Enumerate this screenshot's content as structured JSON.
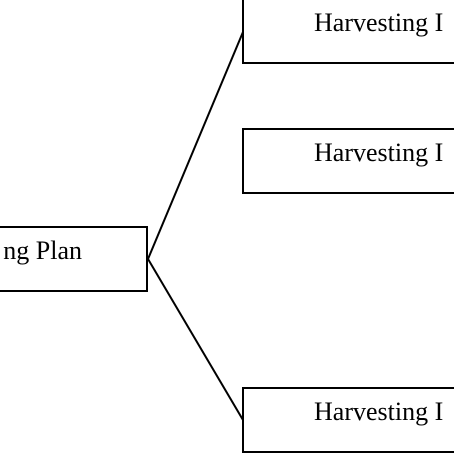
{
  "diagram": {
    "root": {
      "label": "ng Plan"
    },
    "children": [
      {
        "label": "Harvesting I"
      },
      {
        "label": "Harvesting I"
      },
      {
        "label": "Harvesting I"
      }
    ],
    "edges": [
      {
        "from": "root",
        "to": "child-1"
      },
      {
        "from": "root",
        "to": "child-3"
      }
    ],
    "colors": {
      "stroke": "#000000",
      "background": "#ffffff"
    }
  }
}
